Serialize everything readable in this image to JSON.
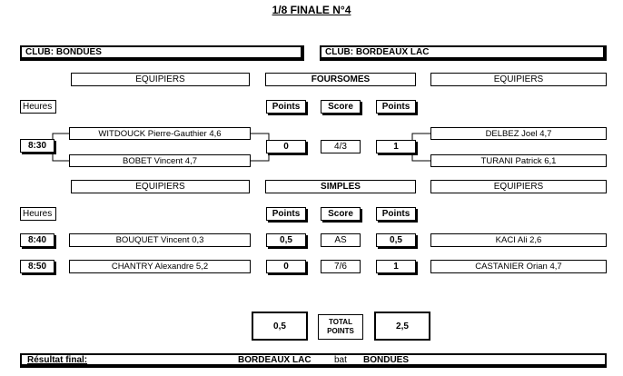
{
  "title": "1/8 FINALE N°4",
  "clubs": {
    "left": "CLUB:  BONDUES",
    "right": "CLUB:  BORDEAUX LAC"
  },
  "labels": {
    "equipiers": "EQUIPIERS",
    "foursomes": "FOURSOMES",
    "simples": "SIMPLES",
    "heures": "Heures",
    "points": "Points",
    "score": "Score",
    "total_points": "TOTAL POINTS"
  },
  "foursome": {
    "time": "8:30",
    "left_players": [
      "WITDOUCK Pierre-Gauthier  4,6",
      "BOBET Vincent  4,7"
    ],
    "left_points": "0",
    "score": "4/3",
    "right_points": "1",
    "right_players": [
      "DELBEZ Joel  4,7",
      "TURANI Patrick  6,1"
    ]
  },
  "singles": [
    {
      "time": "8:40",
      "left_player": "BOUQUET Vincent  0,3",
      "left_points": "0,5",
      "score": "AS",
      "right_points": "0,5",
      "right_player": "KACI Ali  2,6"
    },
    {
      "time": "8:50",
      "left_player": "CHANTRY Alexandre  5,2",
      "left_points": "0",
      "score": "7/6",
      "right_points": "1",
      "right_player": "CASTANIER Orian  4,7"
    }
  ],
  "totals": {
    "left": "0,5",
    "right": "2,5"
  },
  "result": {
    "label": "Résultat final:",
    "winner": "BORDEAUX LAC",
    "verb": "bat",
    "loser": "BONDUES"
  }
}
